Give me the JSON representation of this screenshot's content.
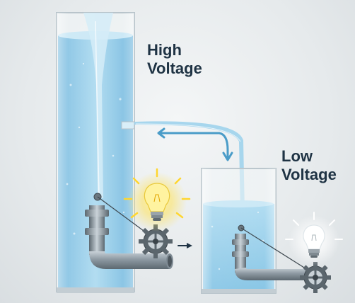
{
  "labels": {
    "high": {
      "line1": "High",
      "line2": "Voltage"
    },
    "low": {
      "line1": "Low",
      "line2": "Voltage"
    }
  },
  "icons": [
    "tall-water-tank",
    "short-water-tank",
    "pipe",
    "gear-wheel",
    "light-bulb",
    "arrow"
  ],
  "colors": {
    "water": "#8cc9e8",
    "water_deep": "#5faed6",
    "pipe": "#8c99a3",
    "text": "#1f3344",
    "bulb_glow": "#ffe35a"
  }
}
